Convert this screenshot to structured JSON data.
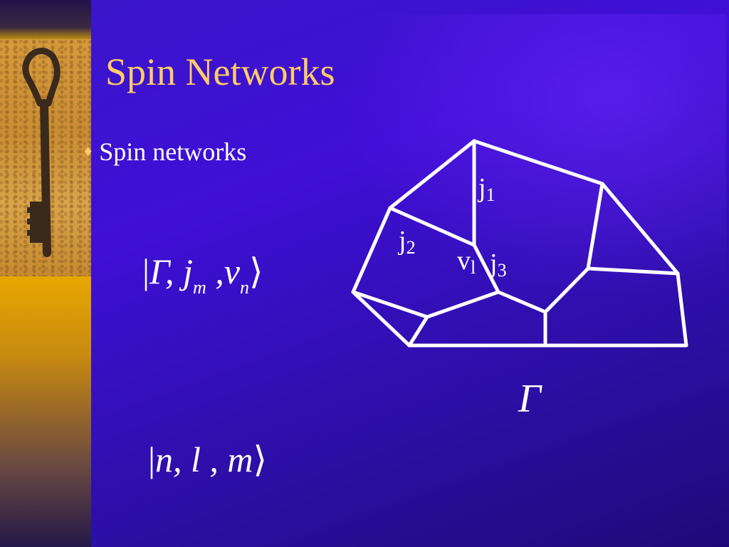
{
  "slide": {
    "title": "Spin Networks",
    "bullet_glyph": "♦",
    "bullet_text": "Spin networks"
  },
  "math": {
    "ket1_bar": "|",
    "ket1_body": "Γ, j",
    "ket1_sub_m": "m",
    "ket1_mid": " ,v",
    "ket1_sub_n": "n",
    "ket1_close": "⟩",
    "ket2_bar": "|",
    "ket2_body": "n, l , m",
    "ket2_close": "⟩",
    "graph_symbol": "Γ"
  },
  "diagram_labels": {
    "j1_main": "j",
    "j1_sub": "1",
    "j2_main": "j",
    "j2_sub": "2",
    "v1_main": "v",
    "v1_sub": "l",
    "j3_main": "j",
    "j3_sub": "3"
  },
  "colors": {
    "title": "#ffcc66",
    "text": "#ffffff",
    "background": "#3a16c8",
    "side_band": "#e8a800"
  },
  "icons": {
    "side_image": "antique-key-icon"
  }
}
